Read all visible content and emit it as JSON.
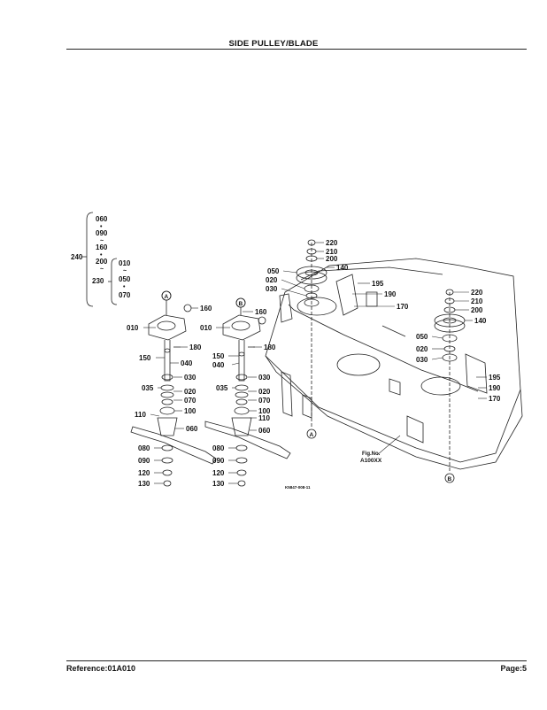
{
  "header": {
    "title": "SIDE PULLEY/BLADE"
  },
  "footer": {
    "reference": "Reference:01A010",
    "page": "Page:5"
  },
  "diagram": {
    "figure_code": "K5847-008-11",
    "fig_note": "Fig.No.",
    "fig_note_code": "A100XX",
    "callout_a": "A",
    "callout_b": "B",
    "legend": {
      "group_240": "240",
      "group_230": "230",
      "items": [
        "060",
        "090",
        "160",
        "200"
      ],
      "sub_items": [
        "010",
        "050",
        "070"
      ]
    },
    "labels": {
      "l220a": "220",
      "l210a": "210",
      "l200a": "200",
      "l140a": "140",
      "l050a": "050",
      "l020a": "020",
      "l030a": "030",
      "l195a": "195",
      "l190a": "190",
      "l170a": "170",
      "l220b": "220",
      "l210b": "210",
      "l200b": "200",
      "l140b": "140",
      "l050b": "050",
      "l020b": "020",
      "l030b": "030",
      "l195b": "195",
      "l190b": "190",
      "l170b": "170",
      "l160a": "160",
      "l010a": "010",
      "l180a": "180",
      "l150a": "150",
      "l040a": "040",
      "l030c": "030",
      "l035a": "035",
      "l020c": "020",
      "l070a": "070",
      "l100a": "100",
      "l110a": "110",
      "l060a": "060",
      "l080a": "080",
      "l090a": "090",
      "l120a": "120",
      "l130a": "130",
      "l160b": "160",
      "l010b": "010",
      "l180b": "180",
      "l150b": "150",
      "l040b": "040",
      "l030d": "030",
      "l035b": "035",
      "l020d": "020",
      "l070b": "070",
      "l100b": "100",
      "l110b": "110",
      "l060b": "060",
      "l080b": "080",
      "l090b": "090",
      "l120b": "120",
      "l130b": "130"
    }
  }
}
